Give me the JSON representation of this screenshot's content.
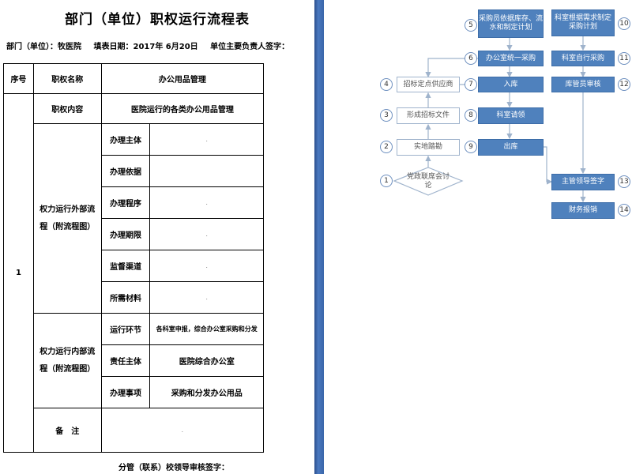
{
  "doc": {
    "title": "部门（单位）职权运行流程表",
    "meta": {
      "dept": "部门（单位）：牧医院",
      "date": "填表日期：2017年 6月20日",
      "signer": "单位主要负责人签字："
    },
    "col_seq": "序号",
    "col_name": "职权名称",
    "power_name": "办公用品管理",
    "row_content_label": "职权内容",
    "row_content_value": "医院运行的各类办公用品管理",
    "seq_value": "1",
    "external_label": "权力运行外部流程（附流程图）",
    "external_rows": [
      "办理主体",
      "办理依据",
      "办理程序",
      "办理期限",
      "监督渠道",
      "所需材料"
    ],
    "internal_label": "权力运行内部流程（附流程图）",
    "internal_rows": [
      {
        "label": "运行环节",
        "value": "各科室申报，综合办公室采购和分发"
      },
      {
        "label": "责任主体",
        "value": "医院综合办公室"
      },
      {
        "label": "办理事项",
        "value": "采购和分发办公用品"
      }
    ],
    "remark_label": "备　注",
    "footer": "分管（联系）校领导审核签字："
  },
  "flow": {
    "steps": [
      {
        "num": "5",
        "text": "采购员依据库存、流水和制定计划"
      },
      {
        "num": "6",
        "text": "办公室统一采购"
      },
      {
        "num": "7",
        "text": "入库"
      },
      {
        "num": "8",
        "text": "科室请领"
      },
      {
        "num": "9",
        "text": "出库"
      },
      {
        "num": "4",
        "text": "招标定点供应商"
      },
      {
        "num": "3",
        "text": "形成招标文件"
      },
      {
        "num": "2",
        "text": "实地踏勘"
      },
      {
        "num": "1",
        "text": "党政联席会讨论"
      },
      {
        "num": "10",
        "text": "科室根据需求制定采购计划"
      },
      {
        "num": "11",
        "text": "科室自行采购"
      },
      {
        "num": "12",
        "text": "库管员审核"
      },
      {
        "num": "13",
        "text": "主管领导签字"
      },
      {
        "num": "14",
        "text": "财务报销"
      }
    ]
  }
}
